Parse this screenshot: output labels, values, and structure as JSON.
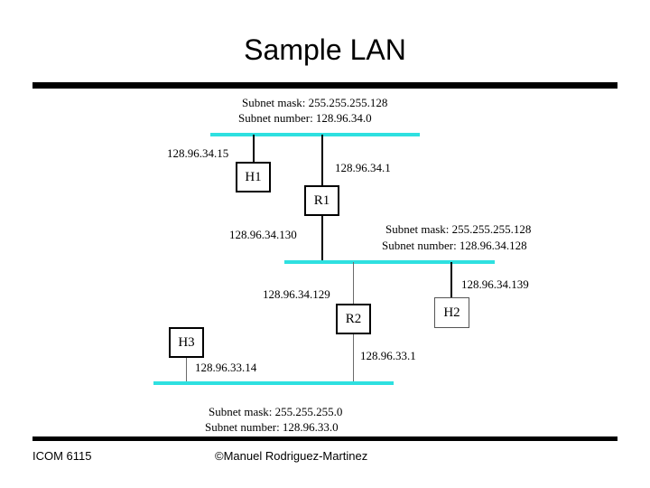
{
  "slide": {
    "title": "Sample LAN"
  },
  "footer": {
    "course": "ICOM 6115",
    "credit": "©Manuel Rodriguez-Martinez"
  },
  "colors": {
    "bus": "#2EE0E0",
    "line": "#000000",
    "rule": "#000000",
    "background": "#FFFFFF"
  },
  "diagram": {
    "subnets": [
      {
        "id": "subnet-top",
        "mask_label": "Subnet mask: 255.255.255.128",
        "number_label": "Subnet number: 128.96.34.0"
      },
      {
        "id": "subnet-middle",
        "mask_label": "Subnet mask: 255.255.255.128",
        "number_label": "Subnet number: 128.96.34.128"
      },
      {
        "id": "subnet-bottom",
        "mask_label": "Subnet mask: 255.255.255.0",
        "number_label": "Subnet number: 128.96.33.0"
      }
    ],
    "nodes": [
      {
        "id": "h1",
        "label": "H1"
      },
      {
        "id": "r1",
        "label": "R1"
      },
      {
        "id": "r2",
        "label": "R2"
      },
      {
        "id": "h2",
        "label": "H2"
      },
      {
        "id": "h3",
        "label": "H3"
      }
    ],
    "addresses": [
      {
        "id": "addr-h1",
        "value": "128.96.34.15"
      },
      {
        "id": "addr-r1-top",
        "value": "128.96.34.1"
      },
      {
        "id": "addr-r1-bot",
        "value": "128.96.34.130"
      },
      {
        "id": "addr-r2-top",
        "value": "128.96.34.129"
      },
      {
        "id": "addr-h2",
        "value": "128.96.34.139"
      },
      {
        "id": "addr-r2-bot",
        "value": "128.96.33.1"
      },
      {
        "id": "addr-h3",
        "value": "128.96.33.14"
      }
    ]
  }
}
